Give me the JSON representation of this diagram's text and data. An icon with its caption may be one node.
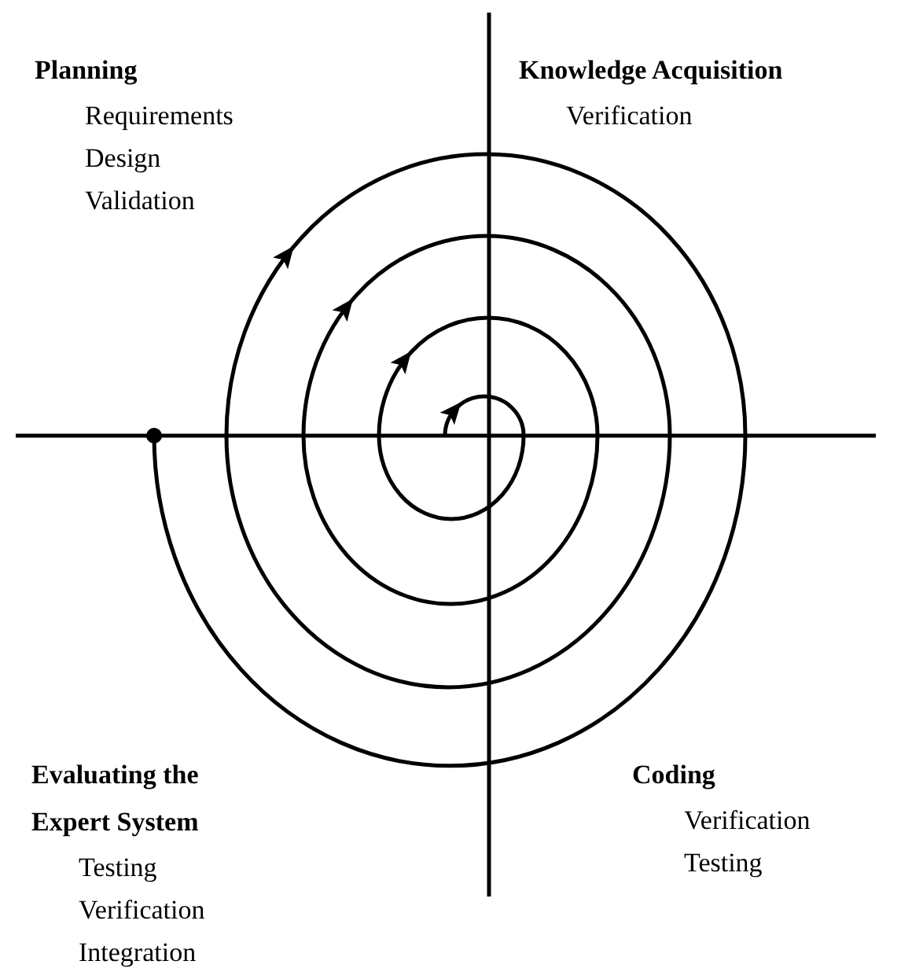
{
  "diagram": {
    "labels": [
      "Planning",
      "Requirements",
      "Design",
      "Validation",
      "Knowledge Acquisition",
      "Verification",
      "Evaluating the Expert System",
      "Testing",
      "Verification",
      "Integration",
      "Coding",
      "Verification",
      "Testing"
    ]
  }
}
